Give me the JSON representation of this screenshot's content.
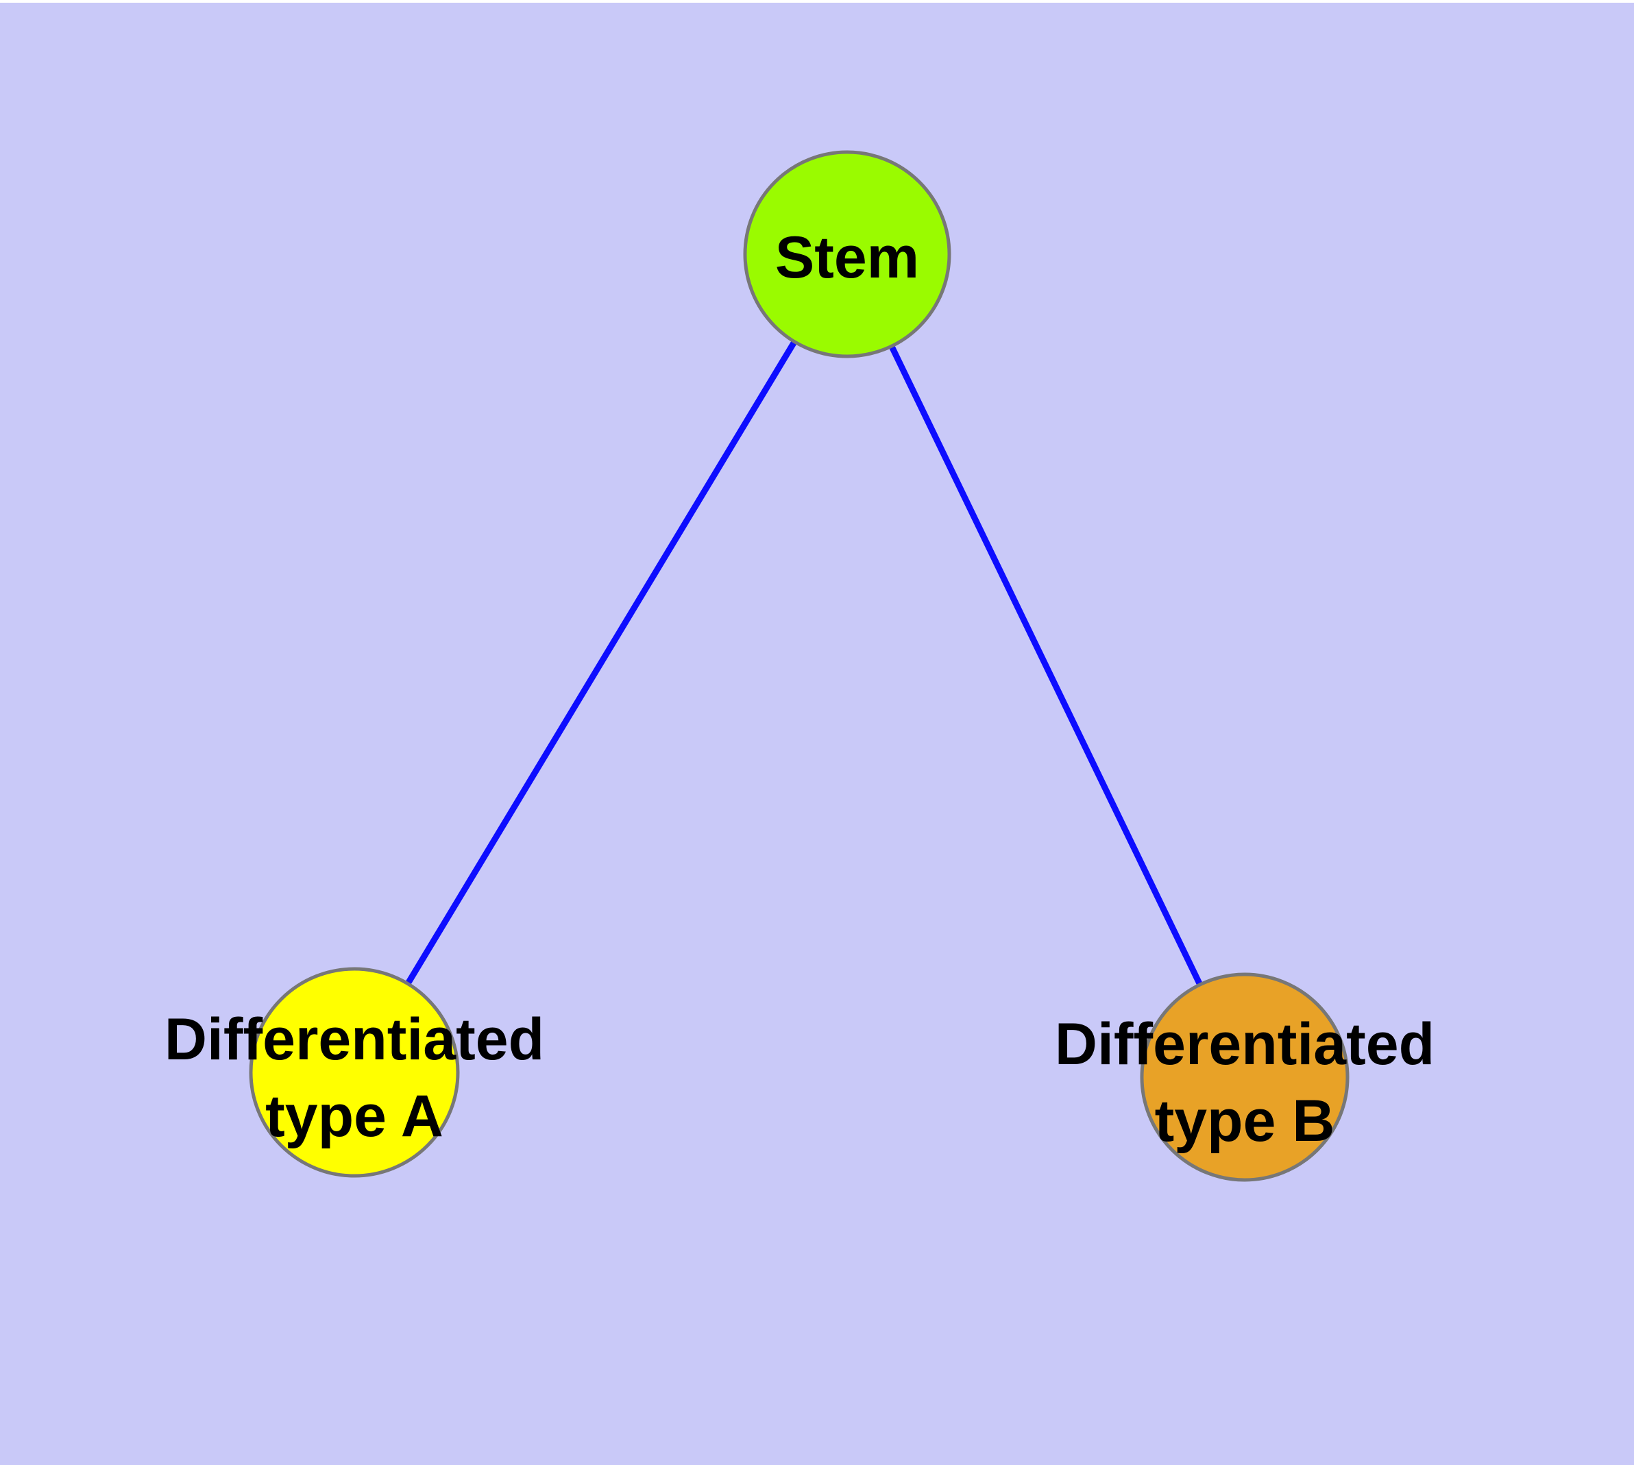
{
  "canvas": {
    "background_color": "#c9c9f8",
    "top_strip_color": "#ffffff"
  },
  "diagram": {
    "type": "node-link-graph",
    "edge_color": "#0d0dff",
    "node_border_color": "#777777",
    "label_color": "#000000",
    "nodes": {
      "stem": {
        "label": "Stem",
        "fill": "#9afb00"
      },
      "type_a": {
        "label": "Differentiated type A",
        "label_line1": "Differentiated",
        "label_line2": "type A",
        "fill": "#ffff00"
      },
      "type_b": {
        "label": "Differentiated type B",
        "label_line1": "Differentiated",
        "label_line2": "type B",
        "fill": "#e8a227"
      }
    },
    "edges": [
      {
        "from": "Stem",
        "to": "Differentiated type A"
      },
      {
        "from": "Stem",
        "to": "Differentiated type B"
      }
    ]
  }
}
